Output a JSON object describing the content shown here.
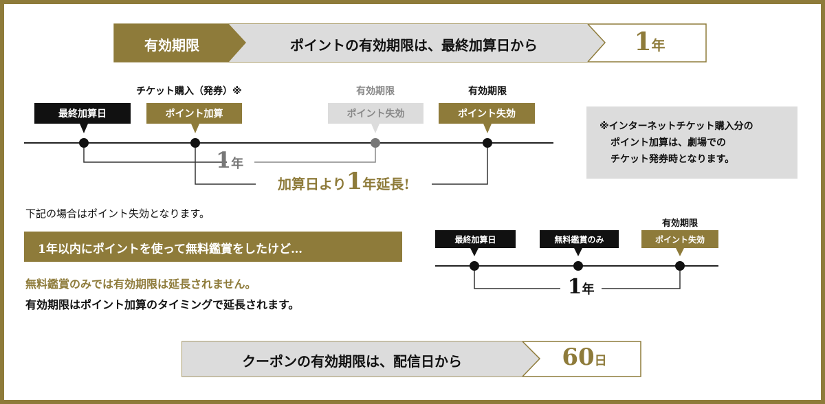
{
  "colors": {
    "gold": "#8e7b3a",
    "gray": "#dcdcdc",
    "black": "#111111"
  },
  "top_banner": {
    "label": "有効期限",
    "text": "ポイントの有効期限は、最終加算日から",
    "value": "1",
    "unit": "年"
  },
  "timeline1": {
    "caption_ticket": "チケット購入（発券）※",
    "caption_expire_old": "有効期限",
    "caption_expire_new": "有効期限",
    "tag_last": "最終加算日",
    "tag_add": "ポイント加算",
    "tag_old": "ポイント失効",
    "tag_new": "ポイント失効",
    "span_value": "1",
    "span_unit": "年",
    "ext_pre": "加算日より",
    "ext_value": "1",
    "ext_post": "年延長!"
  },
  "note": {
    "line1": "※インターネットチケット購入分の",
    "line2": "ポイント加算は、劇場での",
    "line3": "チケット発券時となります。"
  },
  "case": {
    "intro": "下記の場合はポイント失効となります。",
    "bar": "1年以内にポイントを使って無料鑑賞をしたけど…",
    "warn": "無料鑑賞のみでは有効期限は延長されません。",
    "info": "有効期限はポイント加算のタイミングで延長されます。"
  },
  "timeline2": {
    "tag_last": "最終加算日",
    "tag_free": "無料鑑賞のみ",
    "caption_expire": "有効期限",
    "tag_expire": "ポイント失効",
    "span_value": "1",
    "span_unit": "年"
  },
  "bottom_banner": {
    "text": "クーポンの有効期限は、配信日から",
    "value": "60",
    "unit": "日"
  }
}
